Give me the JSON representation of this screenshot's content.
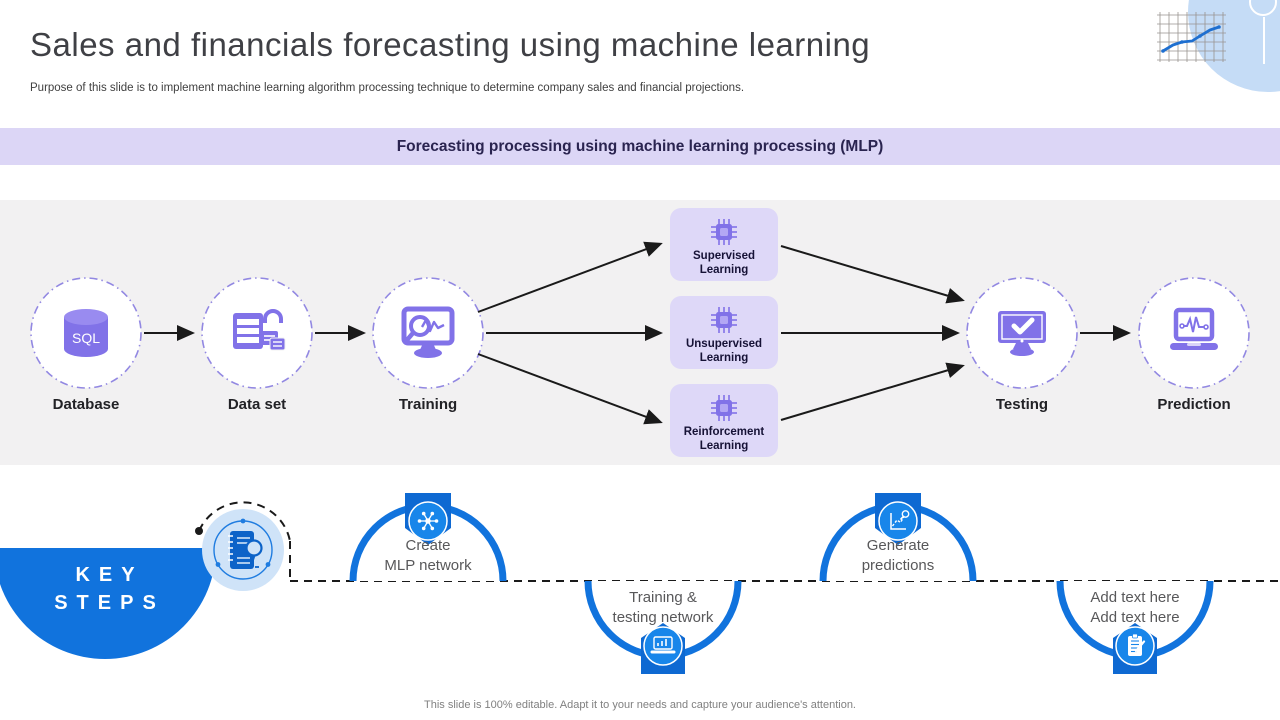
{
  "slide": {
    "title": "Sales and financials forecasting using machine learning",
    "subtitle": "Purpose of this slide is to implement machine learning algorithm processing technique to determine company sales and financial projections.",
    "banner": "Forecasting processing using machine learning processing (MLP)",
    "footer": "This slide is 100% editable. Adapt it to your needs and capture your audience's attention."
  },
  "flow": {
    "sql_label": "SQL",
    "nodes": [
      {
        "label": "Database",
        "icon": "database-sql-icon"
      },
      {
        "label": "Data set",
        "icon": "dataset-icon"
      },
      {
        "label": "Training",
        "icon": "training-monitor-icon"
      },
      {
        "label": "Testing",
        "icon": "testing-monitor-icon"
      },
      {
        "label": "Prediction",
        "icon": "prediction-laptop-icon"
      }
    ],
    "branches": [
      {
        "label": "Supervised Learning",
        "icon": "chip-icon"
      },
      {
        "label": "Unsupervised Learning",
        "icon": "chip-icon"
      },
      {
        "label": "Reinforcement Learning",
        "icon": "chip-icon"
      }
    ]
  },
  "key_steps": {
    "heading_line1": "KEY",
    "heading_line2": "STEPS",
    "steps": [
      {
        "line1": "Create",
        "line2": "MLP network",
        "icon": "network-hub-icon"
      },
      {
        "line1": "Training &",
        "line2": "testing network",
        "icon": "laptop-chart-icon"
      },
      {
        "line1": "Generate",
        "line2": "predictions",
        "icon": "chart-magnifier-icon"
      },
      {
        "line1": "Add text here",
        "line2": "Add text here",
        "icon": "clipboard-pen-icon"
      }
    ]
  },
  "colors": {
    "primary_blue": "#1173dd",
    "badge_blue": "#1886ea",
    "light_blue_fill": "#cfe3f8",
    "icon_purple": "#8172e8",
    "branch_lavender": "#ded8f8",
    "banner_lavender": "#dcd6f6",
    "band_gray": "#f2f1f2"
  }
}
